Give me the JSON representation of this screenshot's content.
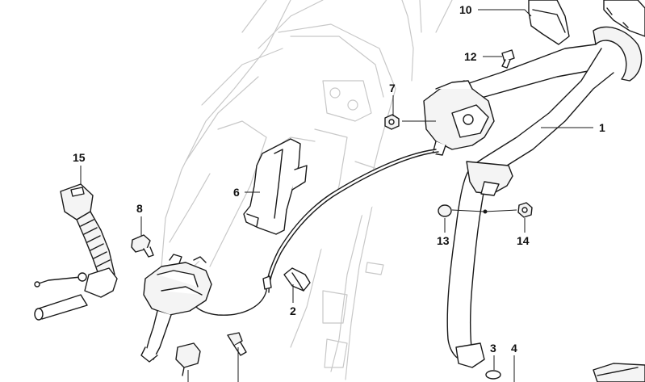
{
  "diagram": {
    "callouts": [
      {
        "id": "c1",
        "label": "1"
      },
      {
        "id": "c2",
        "label": "2"
      },
      {
        "id": "c3",
        "label": "3"
      },
      {
        "id": "c4",
        "label": "4"
      },
      {
        "id": "c6",
        "label": "6"
      },
      {
        "id": "c7",
        "label": "7"
      },
      {
        "id": "c8",
        "label": "8"
      },
      {
        "id": "c10",
        "label": "10"
      },
      {
        "id": "c12",
        "label": "12"
      },
      {
        "id": "c13",
        "label": "13"
      },
      {
        "id": "c14",
        "label": "14"
      },
      {
        "id": "c15",
        "label": "15"
      }
    ]
  },
  "colors": {
    "linework": "#1a1a1a",
    "seat_frame": "#c8c8c8",
    "background": "#ffffff"
  }
}
